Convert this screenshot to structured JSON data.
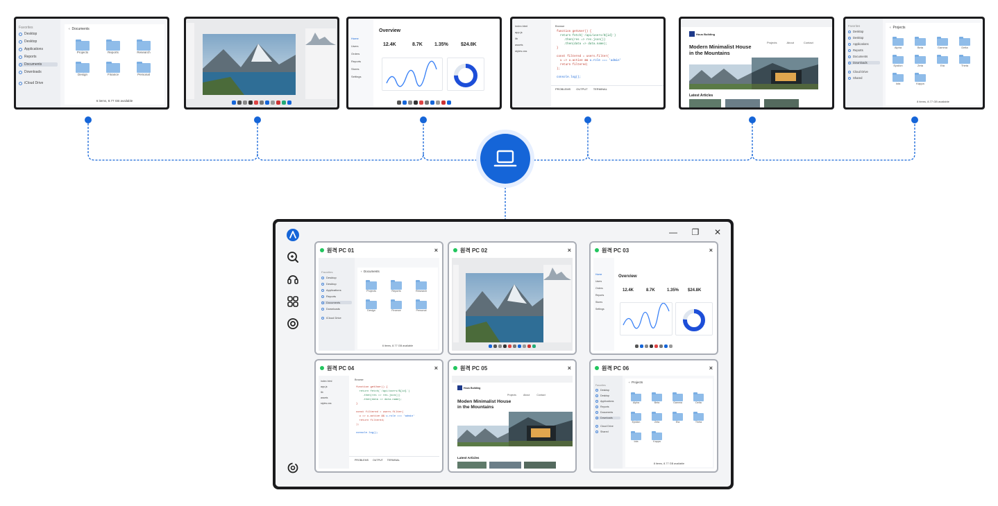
{
  "remote_pcs": [
    {
      "label": "원격 PC 01"
    },
    {
      "label": "원격 PC 02"
    },
    {
      "label": "원격 PC 03"
    },
    {
      "label": "원격 PC 04"
    },
    {
      "label": "원격 PC 05"
    },
    {
      "label": "원격 PC 06"
    }
  ],
  "close_glyph": "×",
  "window_controls": {
    "minimize": "—",
    "maximize": "❐",
    "close": "✕"
  },
  "finder_documents": {
    "title": "Documents",
    "sidebar_header": "Favorites",
    "sidebar": [
      "Desktop",
      "Desktop",
      "Applications",
      "Reports",
      "Documents",
      "Downloads",
      "iCloud Drive"
    ],
    "folders": [
      "Projects",
      "Reports",
      "Research",
      "Design",
      "Finance",
      "Personal"
    ],
    "status": "6 items, 8.77 GB available"
  },
  "dashboard": {
    "title": "Overview",
    "stats": [
      "12.4K",
      "8.7K",
      "1.35%",
      "$24.8K"
    ],
    "sidebar": [
      "Home",
      "Users",
      "Orders",
      "Reports",
      "Stores",
      "Settings"
    ]
  },
  "code_editor": {
    "files": [
      "index.html",
      "app.js",
      "lib",
      "assets",
      "styles.css"
    ],
    "tab": "Browse",
    "panels": [
      "PROBLEMS",
      "OUTPUT",
      "TERMINAL"
    ]
  },
  "website": {
    "brand": "Hous Building",
    "nav": [
      "Projects",
      "About",
      "Contact"
    ],
    "heading_line1": "Modern Minimalist House",
    "heading_line2": "in the Mountains",
    "heading_line1_tile": "Moden Minimalist House",
    "articles": "Latest Articles"
  },
  "finder_projects": {
    "title": "Projects",
    "sidebar_header": "Favorites",
    "sidebar": [
      "Desktop",
      "Desktop",
      "Applications",
      "Reports",
      "Documents",
      "Downloads",
      "Cloud Drive",
      "Shared"
    ],
    "folders": [
      "Alpha",
      "Beta",
      "Gamma",
      "Delta",
      "Epsilon",
      "Zeta",
      "Eta",
      "Theta",
      "Iota",
      "Kappa"
    ],
    "status": "8 items, 8.77 GB available"
  },
  "colors": {
    "accent": "#1565d8",
    "online": "#22c55e",
    "folder": "#8fbce9"
  },
  "icons": {
    "hub": "laptop-icon",
    "rail": [
      "app-logo-icon",
      "zoom-icon",
      "support-icon",
      "grid-view-icon",
      "target-icon",
      "settings-icon"
    ]
  }
}
